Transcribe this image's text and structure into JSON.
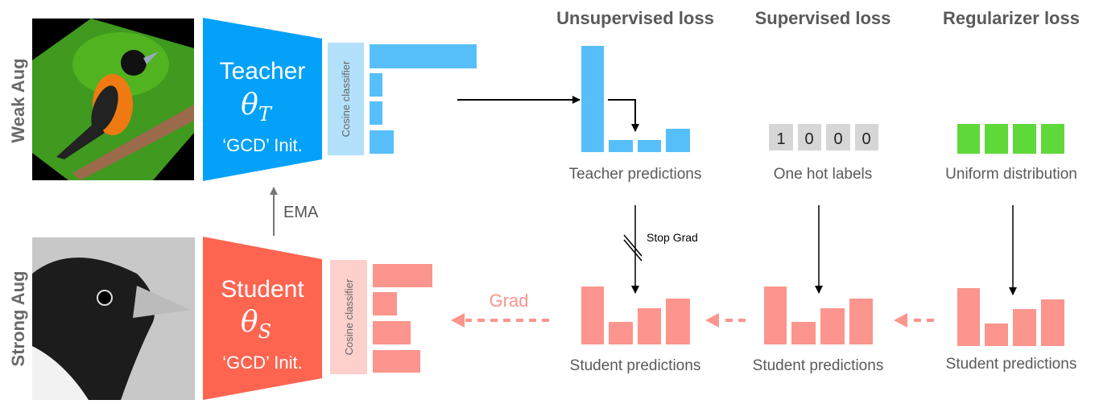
{
  "side_labels": {
    "weak": "Weak Aug",
    "strong": "Strong Aug"
  },
  "teacher": {
    "name": "Teacher",
    "param": "θ",
    "sub": "T",
    "init": "‘GCD’ Init.",
    "classifier": "Cosine classifier"
  },
  "student": {
    "name": "Student",
    "param": "θ",
    "sub": "S",
    "init": "‘GCD’ Init.",
    "classifier": "Cosine classifier"
  },
  "ema_label": "EMA",
  "grad_label": "Grad",
  "stop_grad_label": "Stop Grad",
  "headers": {
    "unsupervised": "Unsupervised loss",
    "supervised": "Supervised loss",
    "regularizer": "Regularizer loss"
  },
  "labels": {
    "teacher_predictions": "Teacher predictions",
    "one_hot": "One hot labels",
    "uniform": "Uniform distribution",
    "student_predictions_1": "Student predictions",
    "student_predictions_2": "Student predictions",
    "student_predictions_3": "Student predictions"
  },
  "one_hot_values": [
    "1",
    "0",
    "0",
    "0"
  ],
  "colors": {
    "teacher": "#03a1f8",
    "teacher_bar": "#56bff9",
    "student": "#fd6551",
    "student_bar": "#fb958d",
    "uniform": "#5fd83a"
  }
}
